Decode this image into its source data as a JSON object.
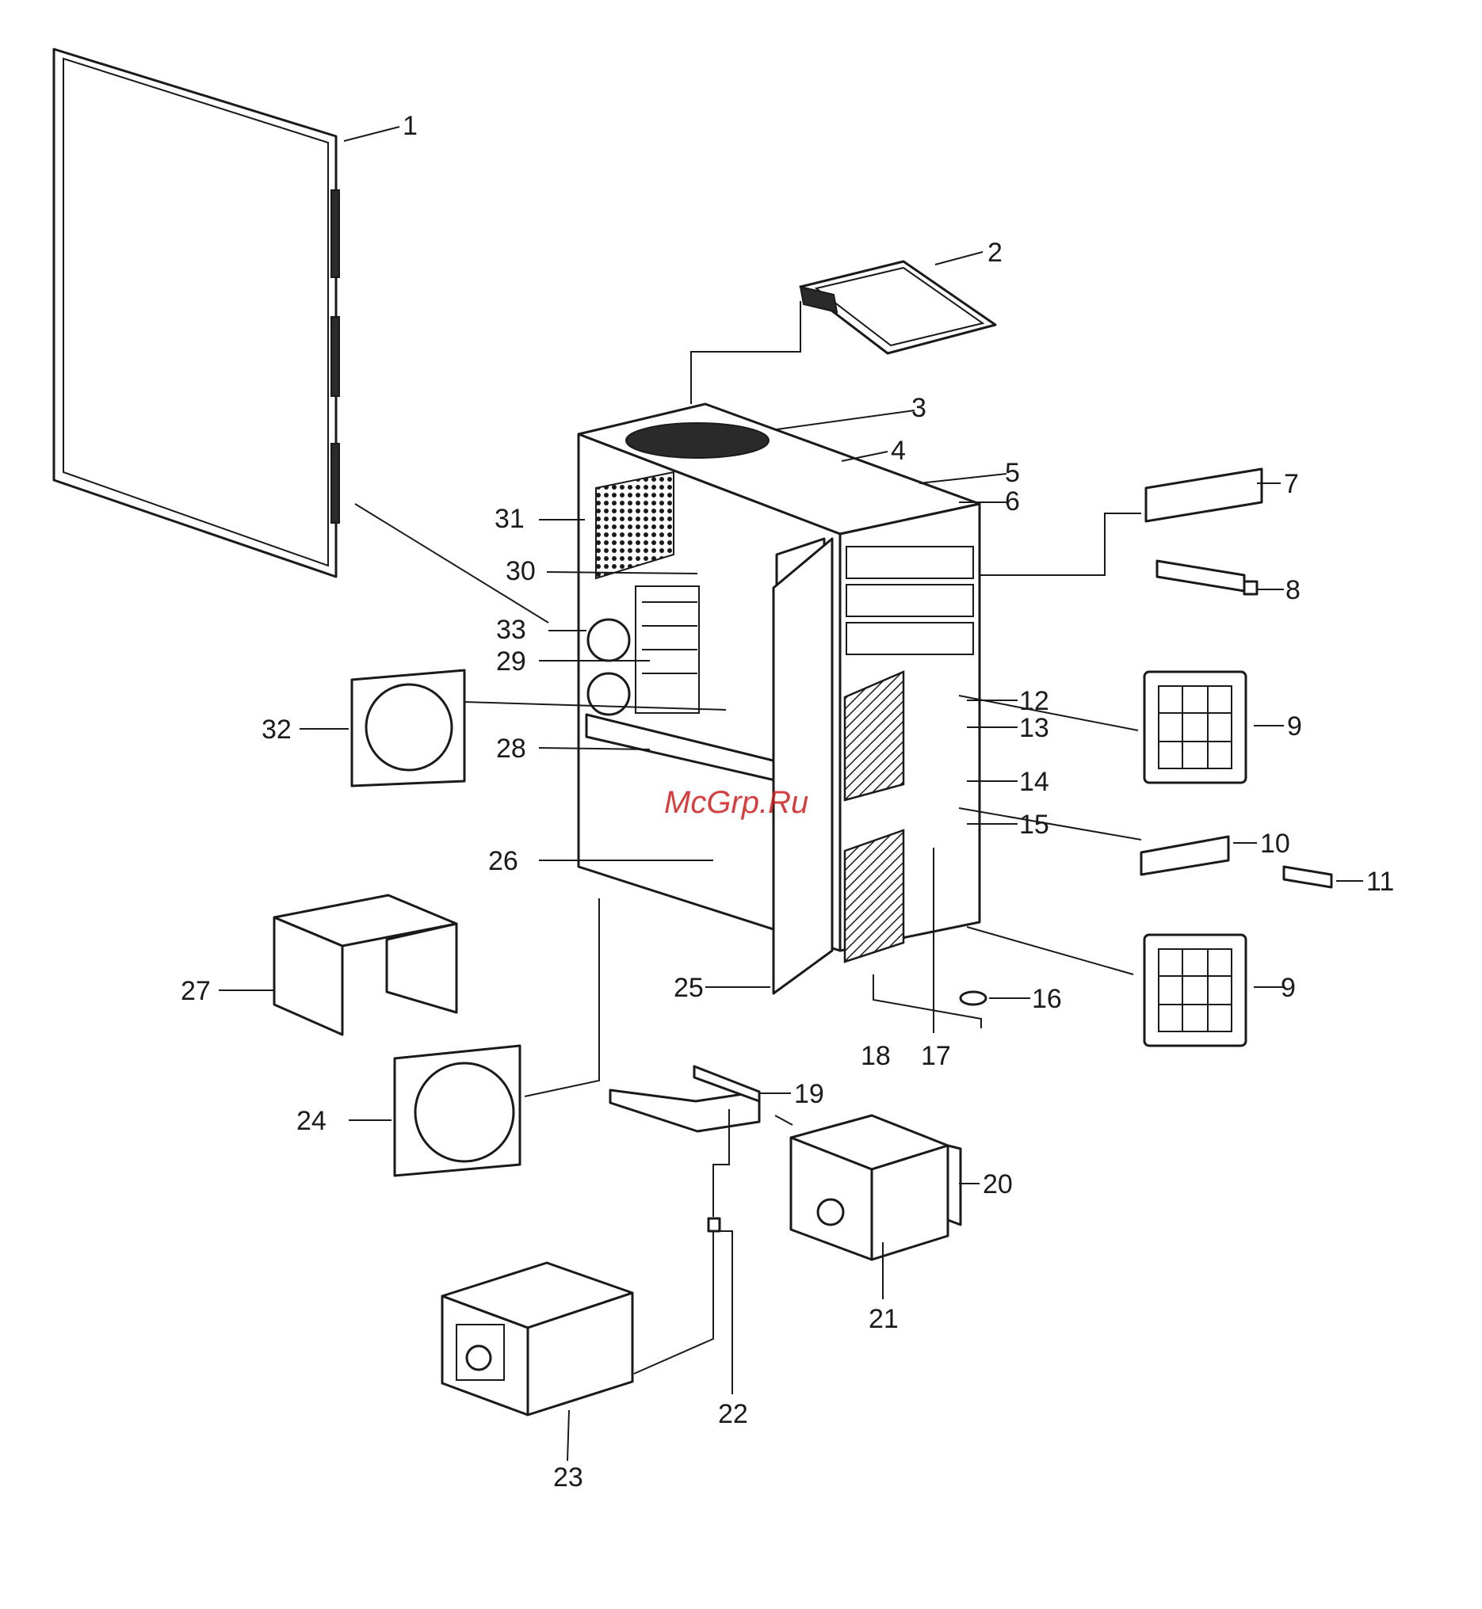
{
  "watermark": "McGrp.Ru",
  "callouts": [
    "1",
    "2",
    "3",
    "4",
    "5",
    "6",
    "7",
    "8",
    "9",
    "9",
    "10",
    "11",
    "12",
    "13",
    "14",
    "15",
    "16",
    "17",
    "18",
    "19",
    "20",
    "21",
    "22",
    "23",
    "24",
    "25",
    "26",
    "27",
    "28",
    "29",
    "30",
    "31",
    "32",
    "33"
  ],
  "colors": {
    "line": "#1a1a1a",
    "watermark": "#cc1f1f",
    "background": "#ffffff"
  }
}
